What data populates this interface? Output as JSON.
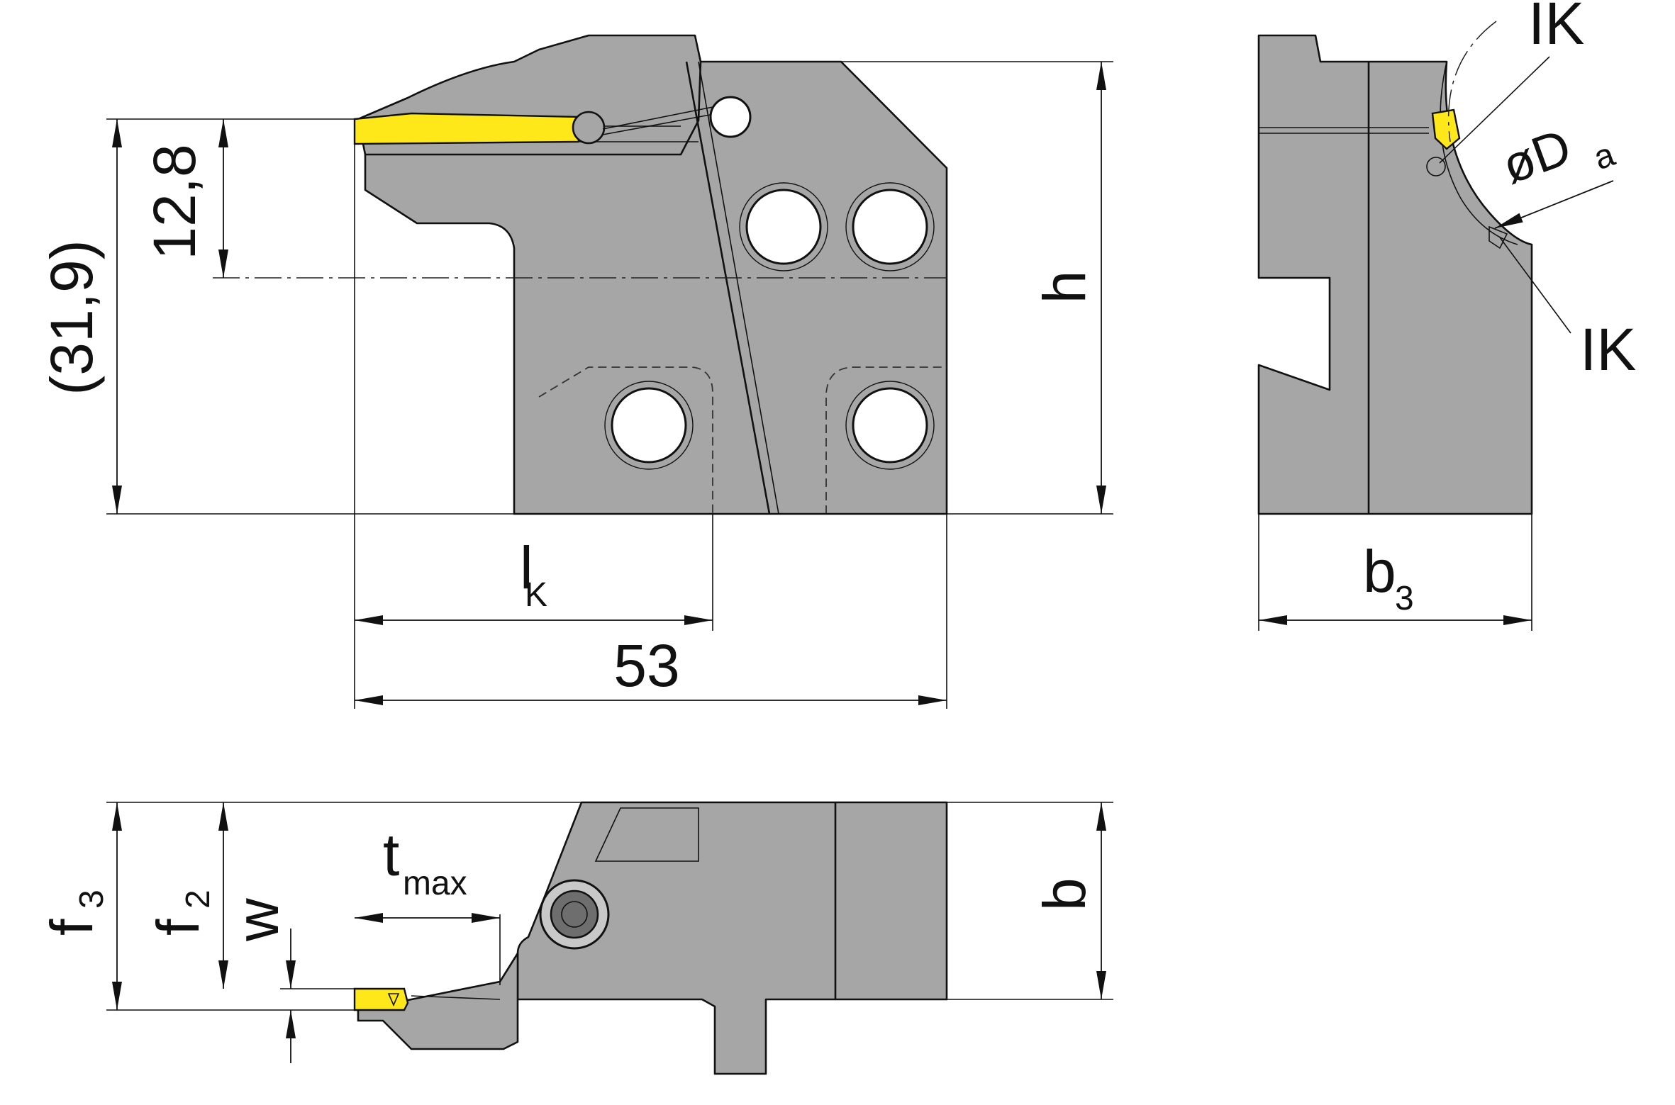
{
  "labels": {
    "dim_31_9": "(31,9)",
    "dim_12_8": "12,8",
    "h": "h",
    "lk_main": "l",
    "lk_sub": "K",
    "dim_53": "53",
    "b3_main": "b",
    "b3_sub": "3",
    "ik_top": "IK",
    "ik_bottom": "IK",
    "da_main": "øD",
    "da_sub": "a",
    "f3_main": "f",
    "f3_sub": "3",
    "f2_main": "f",
    "f2_sub": "2",
    "w": "w",
    "tmax_main": "t",
    "tmax_sub": "max",
    "b": "b"
  },
  "colors": {
    "body": "#a6a6a6",
    "insert": "#ffe81a",
    "line": "#111111",
    "background": "#ffffff"
  }
}
